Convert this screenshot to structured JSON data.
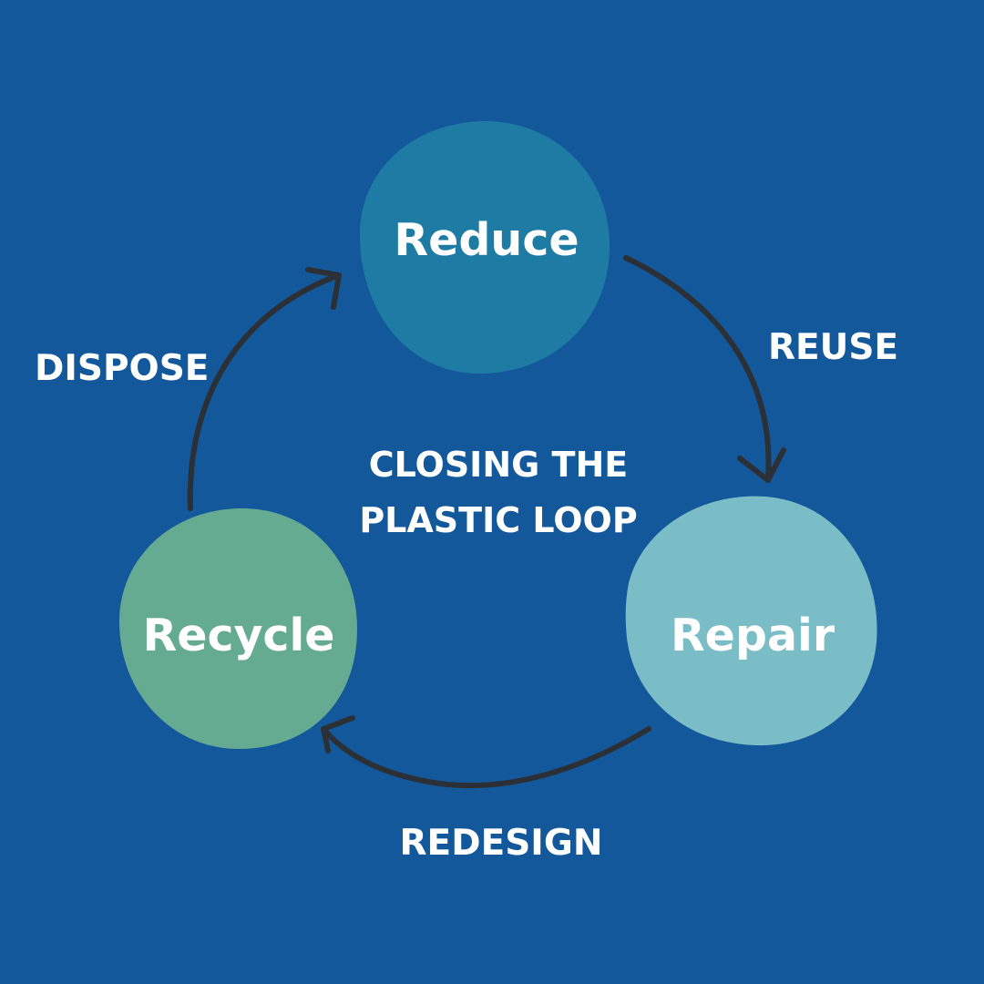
{
  "diagram": {
    "center_title": {
      "line1": "CLOSING THE",
      "line2": "PLASTIC LOOP"
    },
    "nodes": {
      "reduce": {
        "label": "Reduce",
        "color": "#1e7ba3"
      },
      "repair": {
        "label": "Repair",
        "color": "#7bbdc7"
      },
      "recycle": {
        "label": "Recycle",
        "color": "#65ab92"
      }
    },
    "edges": {
      "reuse": {
        "label": "REUSE",
        "from": "Reduce",
        "to": "Repair"
      },
      "redesign": {
        "label": "REDESIGN",
        "from": "Repair",
        "to": "Recycle"
      },
      "dispose": {
        "label": "DISPOSE",
        "from": "Recycle",
        "to": "Reduce"
      }
    },
    "colors": {
      "background": "#13589a",
      "arrow": "#2b3036",
      "text": "#ffffff"
    }
  }
}
